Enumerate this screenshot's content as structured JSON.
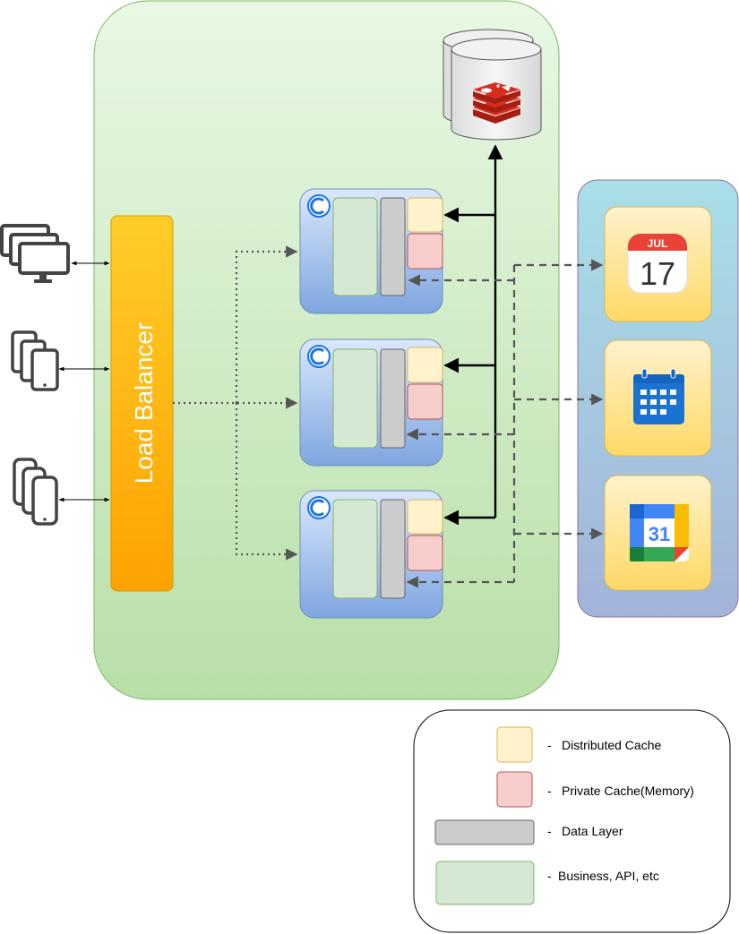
{
  "load_balancer": {
    "label": "Load Balancer"
  },
  "clients": [
    "desktop-icon",
    "tablet-icon",
    "mobile-phone-icon"
  ],
  "distributed_cache_store": {
    "icon": "redis-icon"
  },
  "app_servers": [
    {
      "icon": "blazor-icon"
    },
    {
      "icon": "blazor-icon"
    },
    {
      "icon": "blazor-icon"
    }
  ],
  "external_calendars": [
    {
      "icon": "apple-calendar-icon",
      "month": "JUL",
      "day": "17"
    },
    {
      "icon": "outlook-calendar-icon"
    },
    {
      "icon": "google-calendar-icon",
      "day": "31"
    }
  ],
  "legend": [
    {
      "key": "distributed-cache",
      "color": "#fff2cc",
      "text": "Distributed Cache"
    },
    {
      "key": "private-cache",
      "color": "#f8cecc",
      "text": "Private Cache(Memory)"
    },
    {
      "key": "data-layer",
      "color": "#cccccc",
      "text": "Data Layer"
    },
    {
      "key": "business-api",
      "color": "#d5e8d4",
      "text": "Business, API, etc"
    }
  ],
  "legend_separator": "-",
  "colors": {
    "app_zone_top": "#e8f8e4",
    "app_zone_bottom": "#b9dfa8",
    "external_zone_top": "#a9dfe8",
    "external_zone_bottom": "#9fb2d8",
    "load_balancer_top": "#ffcd28",
    "load_balancer_bottom": "#ffa500",
    "server_top": "#dae8fc",
    "server_bottom": "#7ea6e0",
    "redis_red": "#d82c20",
    "connector_dark": "#555555"
  }
}
